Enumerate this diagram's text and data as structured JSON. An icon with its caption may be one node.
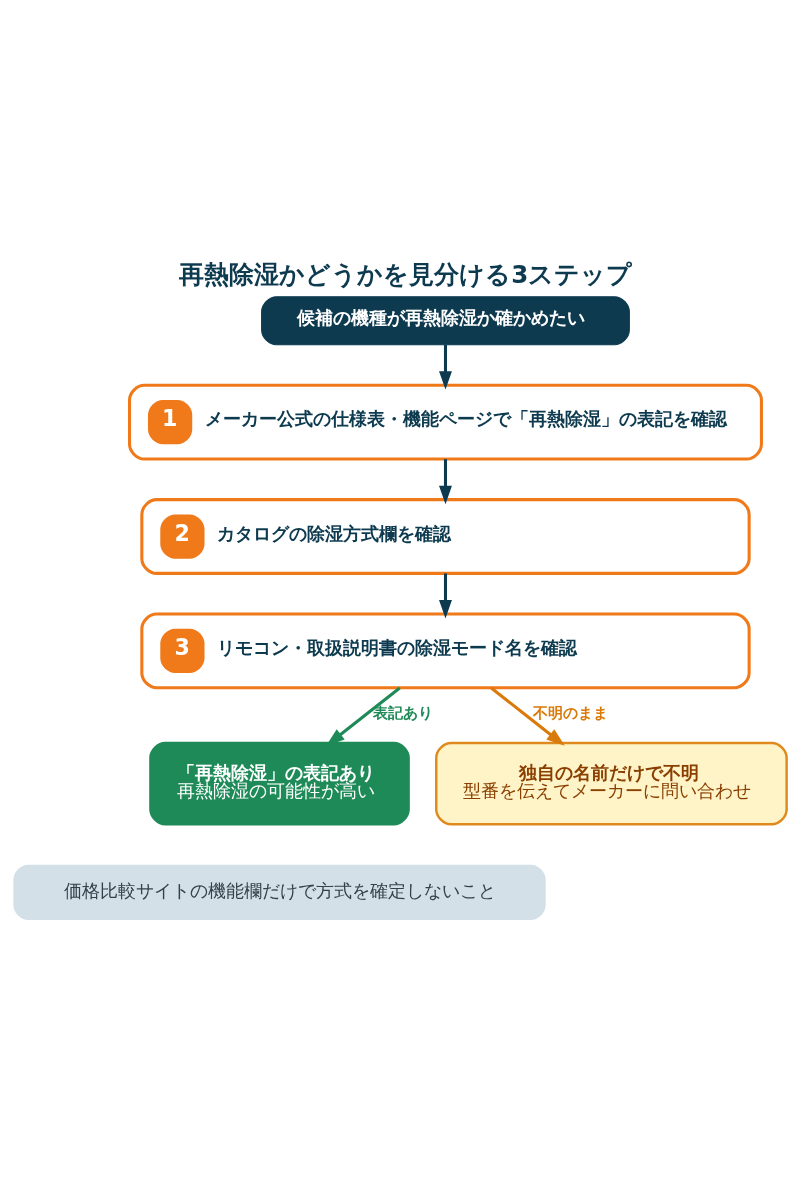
{
  "diagram": {
    "title": "再熱除湿かどうかを見分ける3ステップ",
    "nodes": [
      {
        "text": [
          "候補の機種が再熱除湿か確かめたい"
        ]
      },
      {
        "text": [
          "1",
          "メーカー公式の仕様表・機能ページで「再熱除湿」の表記を確認"
        ]
      },
      {
        "text": [
          "2",
          "カタログの除湿方式欄を確認"
        ]
      },
      {
        "text": [
          "3",
          "リモコン・取扱説明書の除湿モード名を確認"
        ]
      },
      {
        "text": [
          "「再熱除湿」の表記あり",
          "再熱除湿の可能性が高い"
        ]
      },
      {
        "text": [
          "独自の名前だけで不明",
          "型番を伝えてメーカーに問い合わせ"
        ]
      }
    ],
    "edges": [
      {
        "from": 0,
        "to": 1,
        "arrow": "to"
      },
      {
        "from": 1,
        "to": 2,
        "arrow": "to"
      },
      {
        "from": 2,
        "to": 3,
        "arrow": "to"
      },
      {
        "from": 3,
        "to": 4,
        "arrow": "to",
        "label": "表記あり",
        "color": "#1e8a57"
      },
      {
        "from": 3,
        "to": 5,
        "arrow": "to",
        "label": "不明のまま",
        "color": "#d97a0a"
      }
    ],
    "labels": [
      "価格比較サイトの機能欄だけで方式を確定しないこと"
    ]
  }
}
